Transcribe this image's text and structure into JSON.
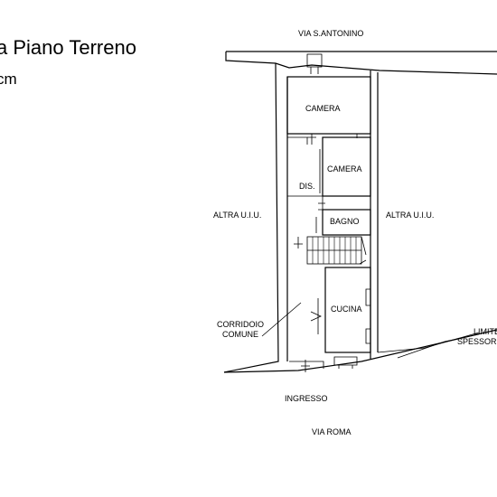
{
  "title": "a Piano Terreno",
  "scale": "cm",
  "labels": {
    "street_top": "VIA S.ANTONINO",
    "street_bottom": "VIA ROMA",
    "camera_1": "CAMERA",
    "camera_2": "CAMERA",
    "dis": "DIS.",
    "bagno": "BAGNO",
    "cucina": "CUCINA",
    "altra_left": "ALTRA U.I.U.",
    "altra_right": "ALTRA U.I.U.",
    "corridoio_1": "CORRIDOIO",
    "corridoio_2": "COMUNE",
    "ingresso": "INGRESSO",
    "limite_1": "LIMITE",
    "limite_2": "SPESSOR"
  }
}
